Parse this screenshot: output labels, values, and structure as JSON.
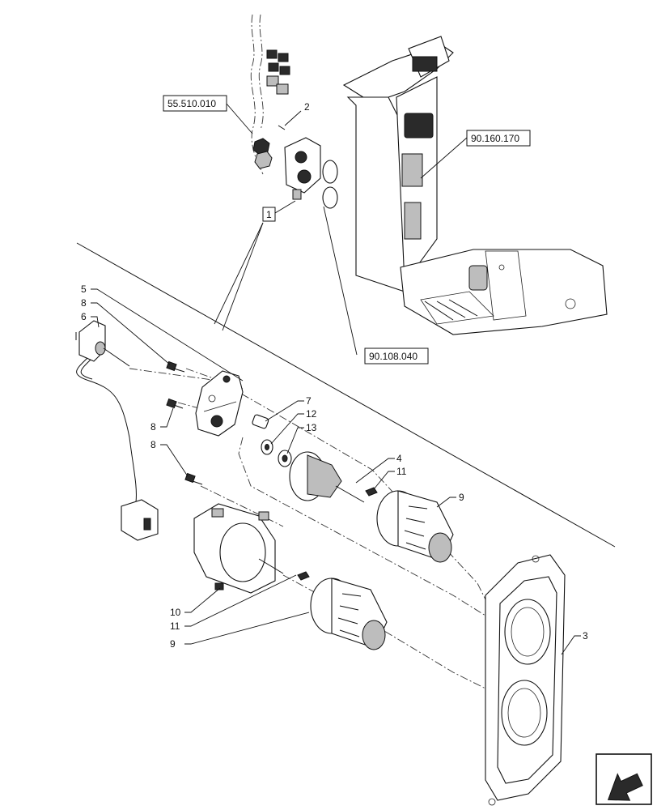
{
  "callouts": {
    "c1": "1",
    "c2": "2",
    "c3": "3",
    "c4": "4",
    "c5": "5",
    "c6": "6",
    "c7": "7",
    "c8a": "8",
    "c8b": "8",
    "c8c": "8",
    "c9a": "9",
    "c9b": "9",
    "c10": "10",
    "c11a": "11",
    "c11b": "11",
    "c12": "12",
    "c13": "13"
  },
  "references": {
    "wiring": "55.510.010",
    "console": "90.160.170",
    "cab": "90.108.040"
  },
  "icons": {
    "nav": "next-page-arrow-icon"
  }
}
